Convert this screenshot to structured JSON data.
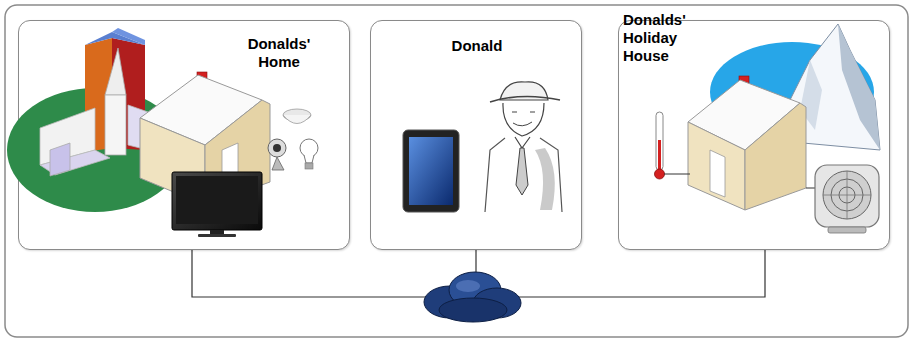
{
  "diagram": {
    "nodes": [
      {
        "text": [
          "Donalds' Home"
        ]
      },
      {
        "text": [
          "Donald"
        ]
      },
      {
        "text": [
          "Donalds' Holiday House"
        ]
      }
    ]
  }
}
